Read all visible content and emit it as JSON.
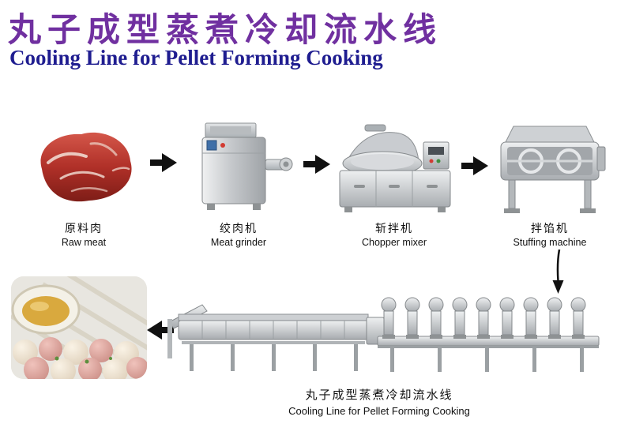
{
  "page": {
    "title_cn": "丸子成型蒸煮冷却流水线",
    "title_en": "Cooling Line for Pellet Forming Cooking"
  },
  "flow": {
    "steps": [
      {
        "label_cn": "原料肉",
        "label_en": "Raw meat"
      },
      {
        "label_cn": "绞肉机",
        "label_en": "Meat grinder"
      },
      {
        "label_cn": "斩拌机",
        "label_en": "Chopper mixer"
      },
      {
        "label_cn": "拌馅机",
        "label_en": "Stuffing machine"
      }
    ]
  },
  "production_line": {
    "caption_cn": "丸子成型蒸煮冷却流水线",
    "caption_en": "Cooling Line for Pellet Forming Cooking"
  },
  "icons": {
    "arrow_right": "▶",
    "arrow_down": "▼",
    "arrow_left": "◀"
  },
  "colors": {
    "title_cn": "#7030a0",
    "title_en": "#1f1d90",
    "arrow": "#111111",
    "meat": "#b03028",
    "steel": "#c6c9cc"
  }
}
